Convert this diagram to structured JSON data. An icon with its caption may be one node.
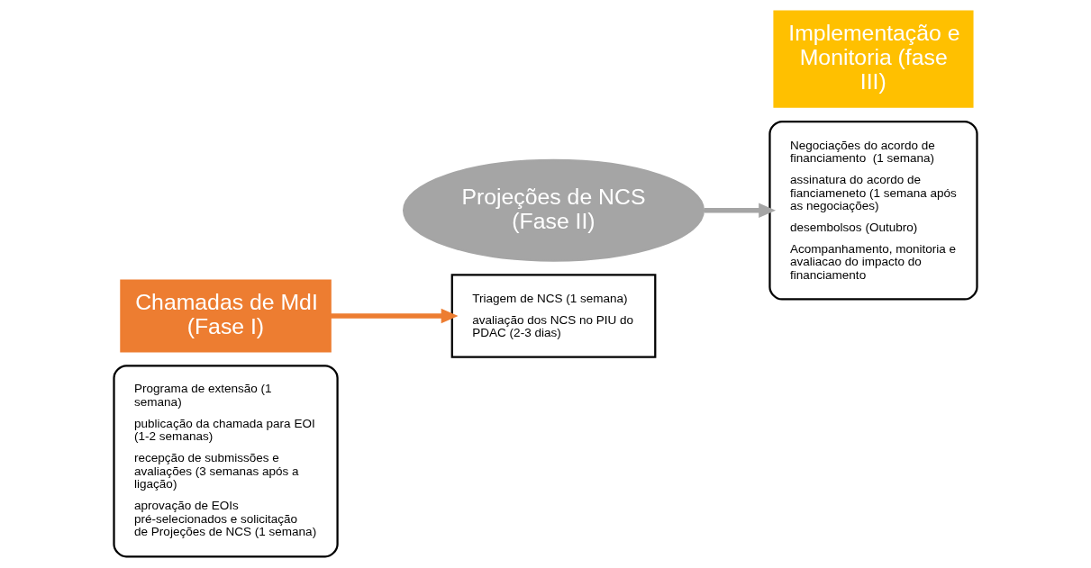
{
  "diagram": {
    "nodes": [
      {
        "text": [
          "Programa de extensão (1 semana)",
          "publicação da chamada para EOI (1-2 semanas)",
          "recepção de submissões e avaliações (3 semanas após a ligação)",
          "aprovação de EOIs pré-selecionados e solicitação de Projeções de NCS (1 semana)"
        ]
      },
      {
        "text": [
          "Chamadas de MdI (Fase I)"
        ]
      },
      {
        "text": [
          "Projeções de NCS (Fase II)"
        ]
      },
      {
        "text": [
          "Triagem de NCS (1 semana)",
          "avaliação dos NCS no PIU do PDAC (2-3 dias)"
        ]
      },
      {
        "text": [
          "Negociações do acordo de financiamento  (1 semana)",
          "assinatura do acordo de fianciameneto (1 semana após as negociações)",
          "desembolsos (Outubro)",
          "Acompanhamento, monitoria e avaliacao do impacto do financiamento"
        ]
      },
      {
        "text": [
          "Implementação e Monitoria (fase III)"
        ]
      }
    ],
    "edges": [
      {
        "from": 1,
        "to": 3,
        "arrow": "to",
        "color": "#ed7d31"
      },
      {
        "from": 2,
        "to": 4,
        "arrow": "to",
        "color": "#a5a5a5"
      }
    ]
  }
}
